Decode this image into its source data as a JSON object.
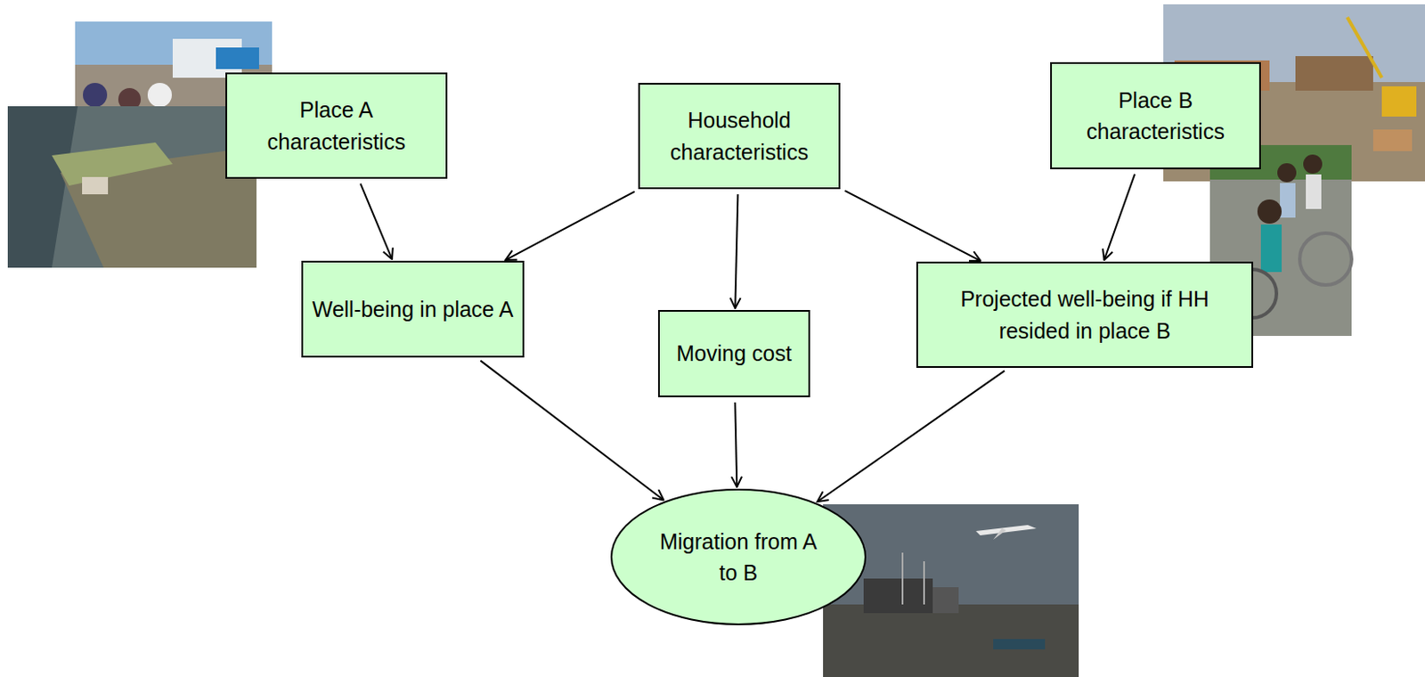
{
  "diagram": {
    "nodes": [
      {
        "text": [
          "Place A characteristics"
        ]
      },
      {
        "text": [
          "Household characteristics"
        ]
      },
      {
        "text": [
          "Place B characteristics"
        ]
      },
      {
        "text": [
          "Well-being in place A"
        ]
      },
      {
        "text": [
          "Moving cost"
        ]
      },
      {
        "text": [
          "Projected well-being if HH resided in place B"
        ]
      },
      {
        "text": [
          "Migration from A to B"
        ]
      }
    ],
    "edges": [
      {
        "from": 0,
        "to": 3,
        "arrow": "to"
      },
      {
        "from": 1,
        "to": 3,
        "arrow": "to"
      },
      {
        "from": 1,
        "to": 4,
        "arrow": "to"
      },
      {
        "from": 1,
        "to": 5,
        "arrow": "to"
      },
      {
        "from": 2,
        "to": 5,
        "arrow": "to"
      },
      {
        "from": 3,
        "to": 6,
        "arrow": "to"
      },
      {
        "from": 4,
        "to": 6,
        "arrow": "to"
      },
      {
        "from": 5,
        "to": 6,
        "arrow": "to"
      }
    ]
  }
}
